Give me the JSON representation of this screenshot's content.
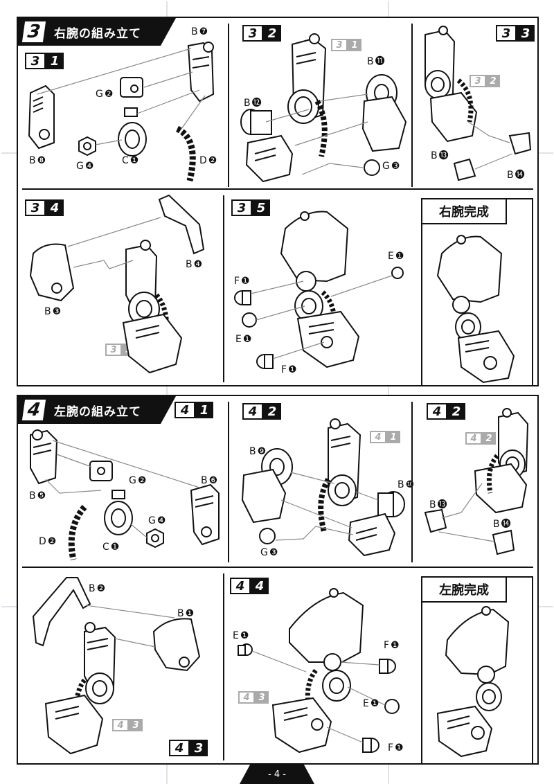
{
  "page_number": "- 4 -",
  "section3": {
    "number": "3",
    "title": "右腕の組み立て",
    "steps": {
      "s1": [
        "3",
        "1"
      ],
      "s2": [
        "3",
        "2"
      ],
      "s3": [
        "3",
        "3"
      ],
      "s4": [
        "3",
        "4"
      ],
      "s5": [
        "3",
        "5"
      ]
    },
    "refs": {
      "r31": [
        "3",
        "1"
      ],
      "r32": [
        "3",
        "2"
      ],
      "r33": [
        "3",
        "3"
      ]
    },
    "labels": {
      "b7": "B❼",
      "g2": "G❷",
      "b8": "B❽",
      "g4": "G❹",
      "c1": "C❶",
      "d2": "D❷",
      "b11": "B⓫",
      "b12": "B⓬",
      "g3": "G❸",
      "b13": "B⓭",
      "b14": "B⓮",
      "b4": "B❹",
      "b3": "B❸",
      "f1a": "F❶",
      "e1a": "E❶",
      "e1b": "E❶",
      "f1b": "F❶"
    },
    "complete": "右腕完成"
  },
  "section4": {
    "number": "4",
    "title": "左腕の組み立て",
    "steps": {
      "s1": [
        "4",
        "1"
      ],
      "s2a": [
        "4",
        "2"
      ],
      "s2b": [
        "4",
        "2"
      ],
      "s3": [
        "4",
        "3"
      ],
      "s4": [
        "4",
        "4"
      ]
    },
    "refs": {
      "r41": [
        "4",
        "1"
      ],
      "r42": [
        "4",
        "2"
      ],
      "r43a": [
        "4",
        "3"
      ],
      "r43b": [
        "4",
        "3"
      ]
    },
    "labels": {
      "b5": "B❺",
      "g2": "G❷",
      "b6": "B❻",
      "d2": "D❷",
      "c1": "C❶",
      "g4": "G❹",
      "b9": "B❾",
      "b10": "B❿",
      "g3": "G❸",
      "b13": "B⓭",
      "b14": "B⓮",
      "b2": "B❷",
      "b1": "B❶",
      "e1a": "E❶",
      "f1a": "F❶",
      "e1b": "E❶",
      "f1b": "F❶"
    },
    "complete": "左腕完成"
  }
}
